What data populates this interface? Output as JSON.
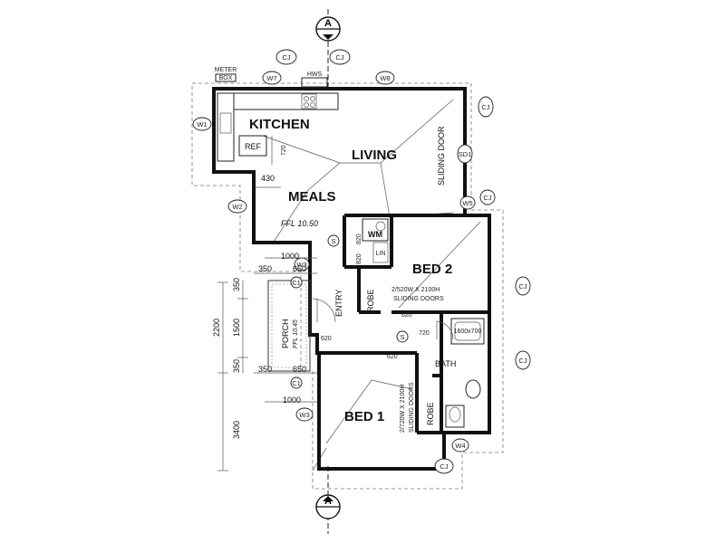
{
  "rooms": {
    "kitchen": "KITCHEN",
    "living": "LIVING",
    "meals": "MEALS",
    "bed1": "BED 1",
    "bed2": "BED 2",
    "bath": "BATH",
    "porch": "PORCH",
    "entry": "ENTRY",
    "robe1": "ROBE",
    "robe2": "ROBE"
  },
  "levels": {
    "meals_ffl": "FFL 10.50",
    "porch_ffl": "FFL 10.45"
  },
  "fixtures": {
    "ref": "REF",
    "wm": "WM",
    "hws": "HWS",
    "meter_box_line1": "METER",
    "meter_box_line2": "BOX",
    "linen": "LIN",
    "bath_label": "1600x700"
  },
  "door_notes": {
    "sliding_door": "SLIDING DOOR",
    "bed2_doors_line1": "2/520W X 2100H",
    "bed2_doors_line2": "SLIDING DOORS",
    "bed1_doors_line1": "2/720W X 2100H",
    "bed1_doors_line2": "SLIDING DOORS"
  },
  "section_markers": {
    "top": "A",
    "bottom": "A"
  },
  "tags": {
    "w1": "W1",
    "w2": "W2",
    "w3a": "W3",
    "w3b": "W3",
    "w4": "W4",
    "w7": "W7",
    "w8": "W8",
    "sd1": "SD1",
    "w5": "W5",
    "s1": "S",
    "s2": "S",
    "cj1": "CJ",
    "cj2": "CJ",
    "cj3": "CJ",
    "cj4": "CJ",
    "cj5": "CJ",
    "cj6": "CJ",
    "cj7": "CJ",
    "c1": "C1",
    "c2": "C1"
  },
  "dimensions": {
    "d720_kitchen": "720",
    "d430": "430",
    "d1000_top": "1000",
    "d350_top": "350",
    "d650_top": "650",
    "d350_bot": "350",
    "d650_bot": "650",
    "d1000_bot": "1000",
    "d620_entry": "620",
    "d620_hall": "620",
    "d620_bed1": "620",
    "d720_bath": "720",
    "d820_wm": "820",
    "d820_lin": "820",
    "v350_top": "350",
    "v2200": "2200",
    "v1500": "1500",
    "v350_bot": "350",
    "v3400": "3400"
  }
}
